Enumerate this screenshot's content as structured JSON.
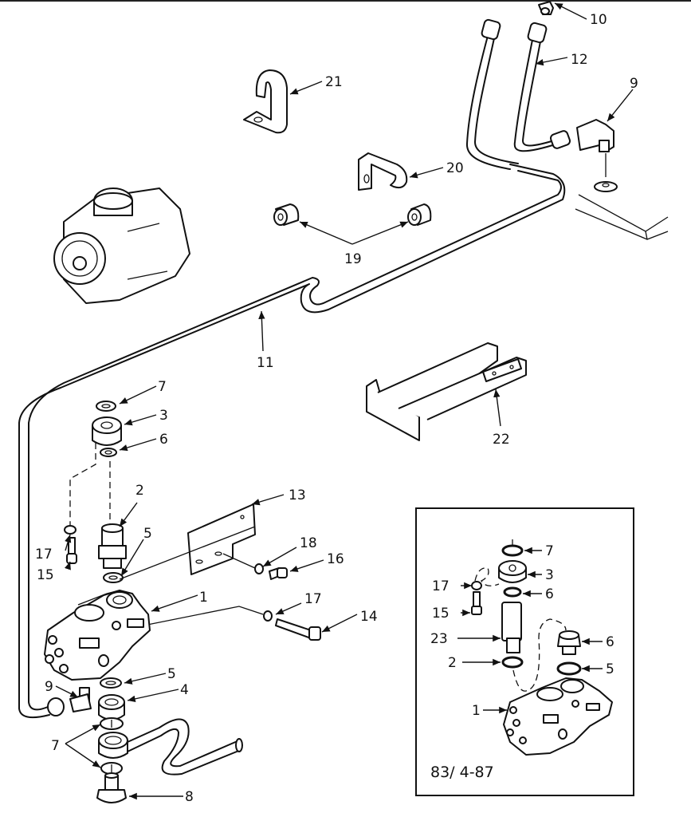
{
  "diagram": {
    "type": "exploded-parts-diagram",
    "subject": "hydraulic pump, flow control valve and lines",
    "reference_code": "83/ 4-87",
    "callouts": [
      {
        "id": "1",
        "label": "1"
      },
      {
        "id": "2",
        "label": "2"
      },
      {
        "id": "3",
        "label": "3"
      },
      {
        "id": "4",
        "label": "4"
      },
      {
        "id": "5",
        "label": "5"
      },
      {
        "id": "6",
        "label": "6"
      },
      {
        "id": "7",
        "label": "7"
      },
      {
        "id": "8",
        "label": "8"
      },
      {
        "id": "9",
        "label": "9"
      },
      {
        "id": "10",
        "label": "10"
      },
      {
        "id": "11",
        "label": "11"
      },
      {
        "id": "12",
        "label": "12"
      },
      {
        "id": "13",
        "label": "13"
      },
      {
        "id": "14",
        "label": "14"
      },
      {
        "id": "15",
        "label": "15"
      },
      {
        "id": "16",
        "label": "16"
      },
      {
        "id": "17",
        "label": "17"
      },
      {
        "id": "18",
        "label": "18"
      },
      {
        "id": "19",
        "label": "19"
      },
      {
        "id": "20",
        "label": "20"
      },
      {
        "id": "21",
        "label": "21"
      },
      {
        "id": "22",
        "label": "22"
      },
      {
        "id": "23",
        "label": "23"
      }
    ],
    "inset": {
      "title": "alternate valve assembly",
      "callouts": [
        "7",
        "3",
        "17",
        "6",
        "15",
        "23",
        "2",
        "6",
        "5",
        "1"
      ]
    }
  }
}
